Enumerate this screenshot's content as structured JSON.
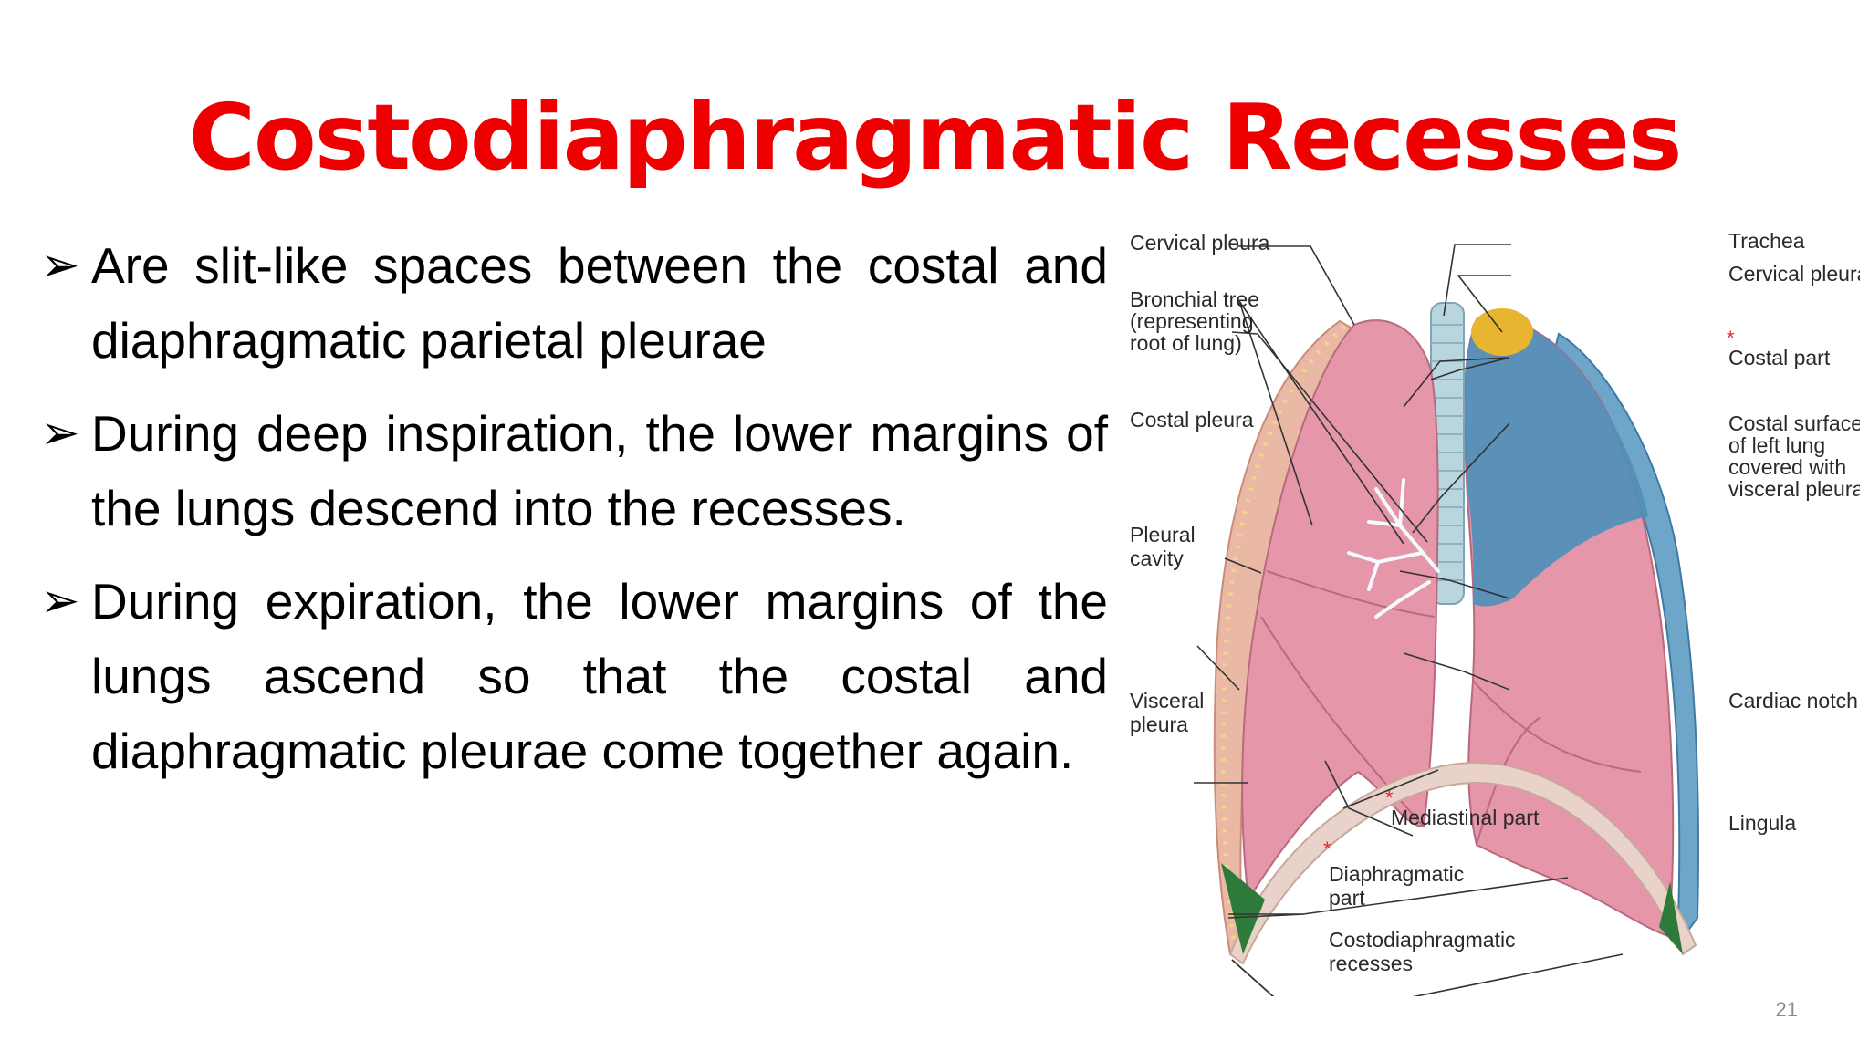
{
  "slide": {
    "title": "Costodiaphragmatic Recesses",
    "bullet_glyph": "➢",
    "bullets": [
      "Are slit-like spaces between the costal and diaphragmatic parietal pleurae",
      "During deep inspiration, the lower margins of the lungs descend into the recesses.",
      "During expiration, the lower margins of the lungs ascend so that the costal and diaphragmatic pleurae come together again."
    ],
    "page_number": "21"
  },
  "figure": {
    "labels": {
      "cervical_pleura_left": "Cervical pleura",
      "bronchial_tree": [
        "Bronchial tree",
        "(representing",
        "root of lung)"
      ],
      "costal_pleura": "Costal pleura",
      "pleural_cavity": [
        "Pleural",
        "cavity"
      ],
      "visceral_pleura": [
        "Visceral",
        "pleura"
      ],
      "mediastinal_part": "Mediastinal part",
      "diaphragmatic_part": [
        "Diaphragmatic",
        "part"
      ],
      "costodiaphragmatic_recesses": [
        "Costodiaphragmatic",
        "recesses"
      ],
      "trachea": "Trachea",
      "cervical_pleura_right": "Cervical pleura",
      "costal_part": "Costal part",
      "costal_surface": [
        "Costal surface",
        "of left lung",
        "covered with",
        "visceral pleura"
      ],
      "cardiac_notch": "Cardiac notch",
      "lingula": "Lingula"
    },
    "star_glyph": "*",
    "colors": {
      "lung_pink": "#e596a8",
      "parietal_blue": "#4f8fba",
      "cervical_yellow": "#e8b530",
      "recess_green": "#2e7a3a",
      "trachea": "#b9d6de",
      "title_red": "#ee0000"
    }
  }
}
